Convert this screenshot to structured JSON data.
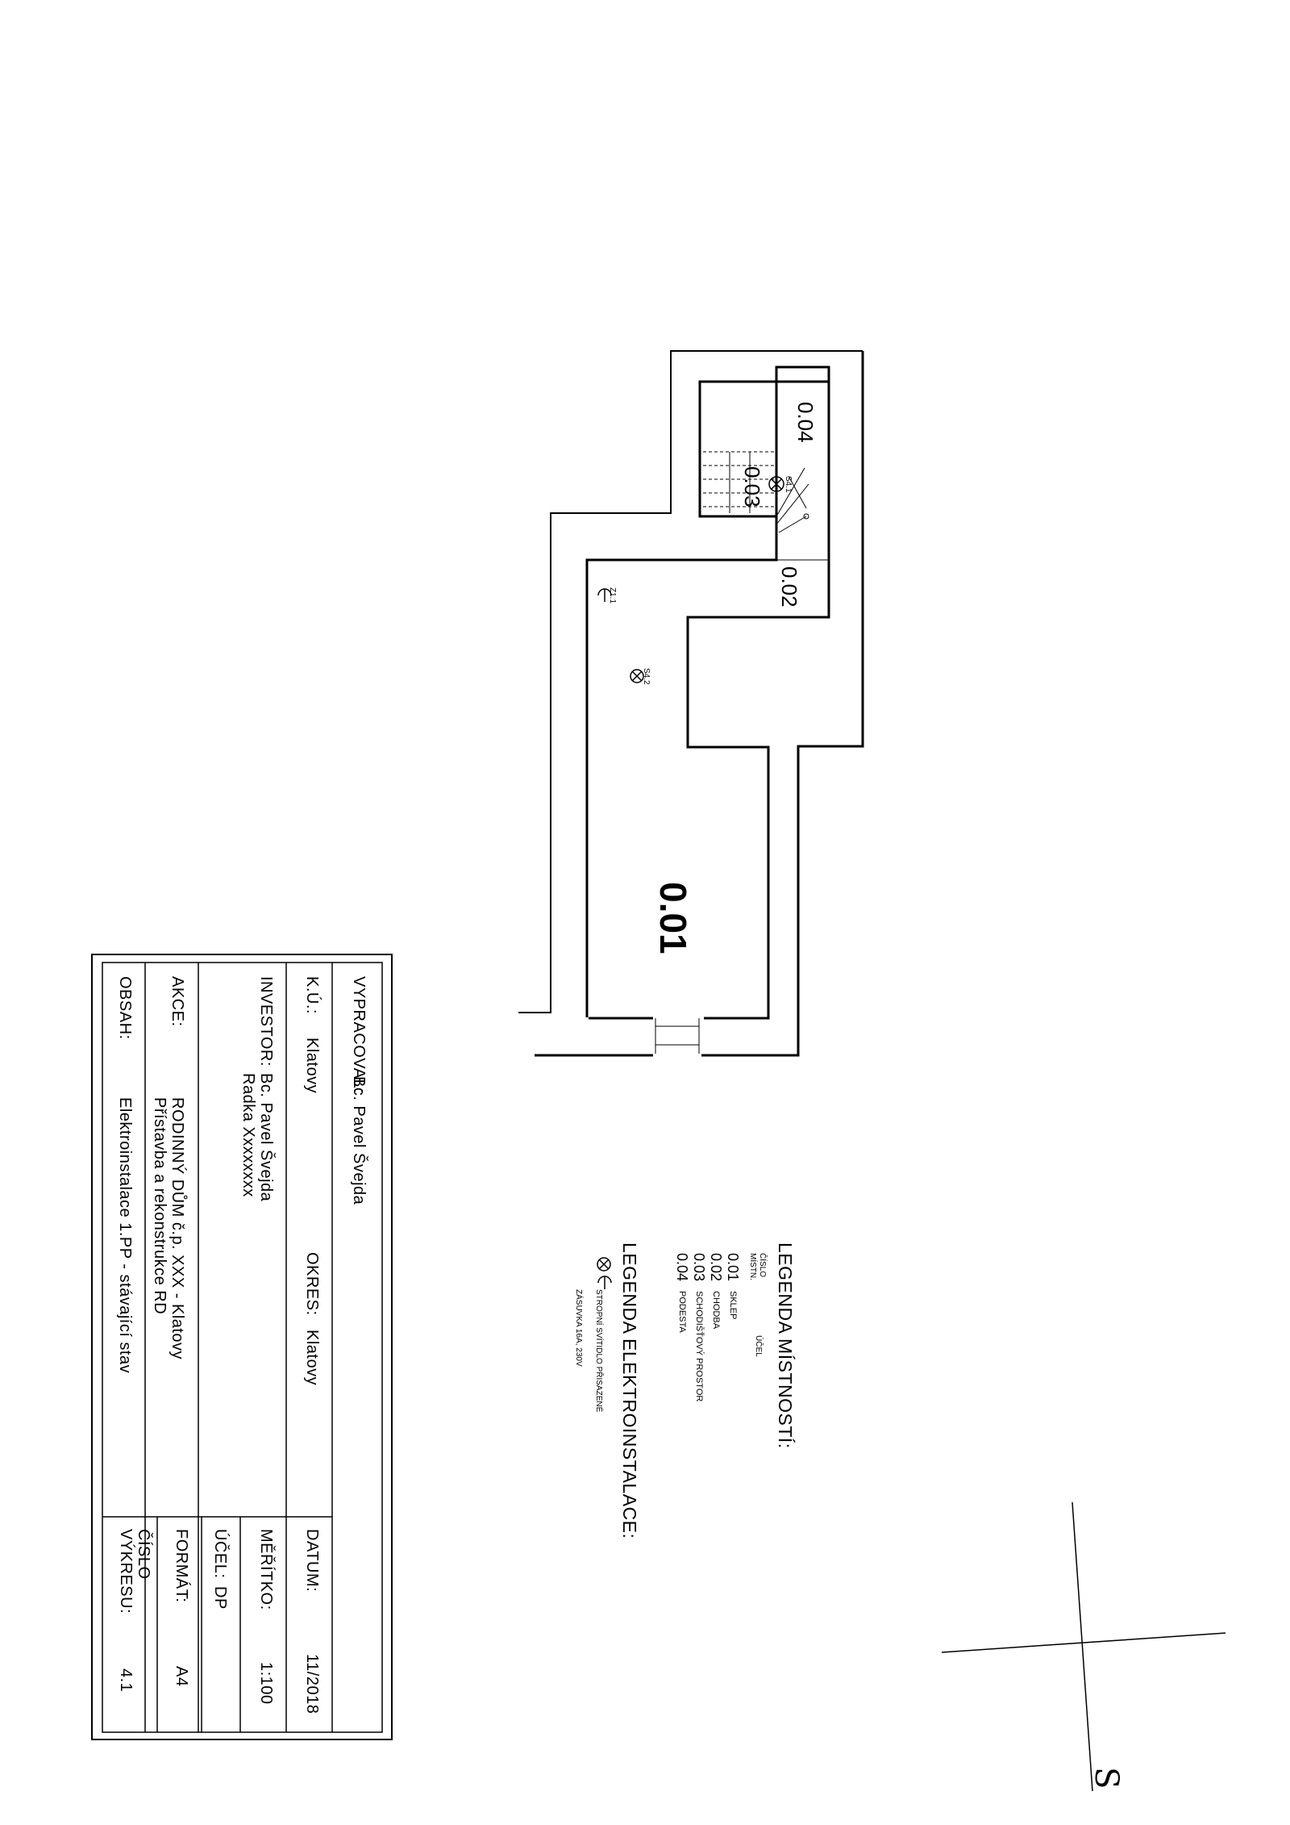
{
  "plan": {
    "rooms": [
      "0.01",
      "0.02",
      "0.03",
      "0.04"
    ],
    "socket_tag": "Z1.1",
    "light_tag": "S4.2",
    "stair_light_tag": "S4.1"
  },
  "legend_rooms": {
    "title": "LEGENDA MÍSTNOSTÍ:",
    "col_number_1": "ČÍSLO",
    "col_number_2": "MÍSTN.",
    "col_purpose": "ÚČEL",
    "items": [
      {
        "number": "0.01",
        "name": "SKLEP"
      },
      {
        "number": "0.02",
        "name": "CHODBA"
      },
      {
        "number": "0.03",
        "name": "SCHODIŠŤOVÝ PROSTOR"
      },
      {
        "number": "0.04",
        "name": "PODESTA"
      }
    ]
  },
  "legend_electro": {
    "title": "LEGENDA ELEKTROINSTALACE:",
    "items": [
      {
        "symbol": "ceiling-light-icon",
        "text": "STROPNÍ SVÍTIDLO PŘISAZENÉ"
      },
      {
        "symbol": "socket-icon",
        "text": "ZÁSUVKA 16A, 230V"
      }
    ]
  },
  "north": {
    "letter": "S"
  },
  "title_block": {
    "vypracoval_label": "VYPRACOVAL:",
    "vypracoval_value": "Bc. Pavel Švejda",
    "ku_label": "K.Ú.:",
    "ku_value": "Klatovy",
    "okres_label": "OKRES:",
    "okres_value": "Klatovy",
    "investor_label": "INVESTOR:",
    "investor_line1": "Bc. Pavel Švejda",
    "investor_line2": "Radka Xxxxxxxx",
    "akce_label": "AKCE:",
    "akce_line1": "RODINNÝ DŮM č.p. XXX - Klatovy",
    "akce_line2": "Přístavba a rekonstrukce RD",
    "obsah_label": "OBSAH:",
    "obsah_value": "Elektroinstalace 1.PP - stávající stav",
    "datum_label": "DATUM:",
    "datum_value": "11/2018",
    "meritko_label": "MĚŘÍTKO:",
    "meritko_value": "1:100",
    "ucel_label": "ÚČEL:",
    "ucel_value": "DP",
    "format_label": "FORMÁT:",
    "format_value": "A4",
    "cislo_label_1": "ČÍSLO",
    "cislo_label_2": "VÝKRESU:",
    "cislo_value": "4.1"
  }
}
